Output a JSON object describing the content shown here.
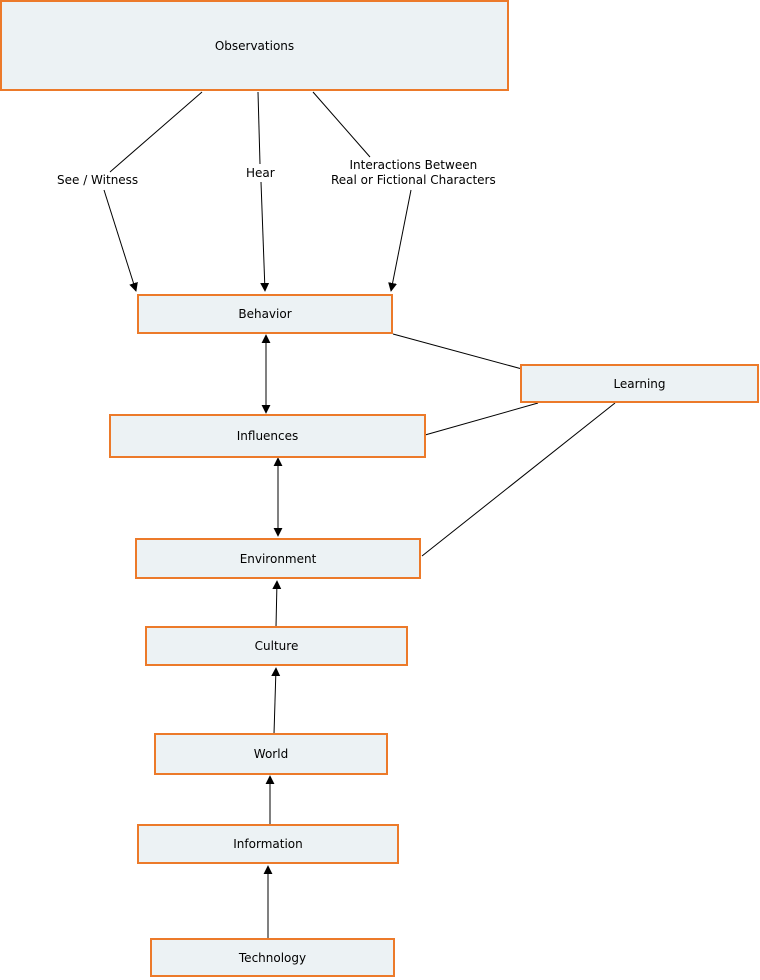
{
  "nodes": {
    "observations": "Observations",
    "behavior": "Behavior",
    "learning": "Learning",
    "influences": "Influences",
    "environment": "Environment",
    "culture": "Culture",
    "world": "World",
    "information": "Information",
    "technology": "Technology"
  },
  "edge_labels": {
    "see_witness": "See / Witness",
    "hear": "Hear",
    "interactions_line1": "Interactions Between",
    "interactions_line2": "Real or Fictional Characters"
  },
  "colors": {
    "node_fill": "#ecf2f4",
    "node_border": "#ec7a2a",
    "edge": "#000000"
  }
}
